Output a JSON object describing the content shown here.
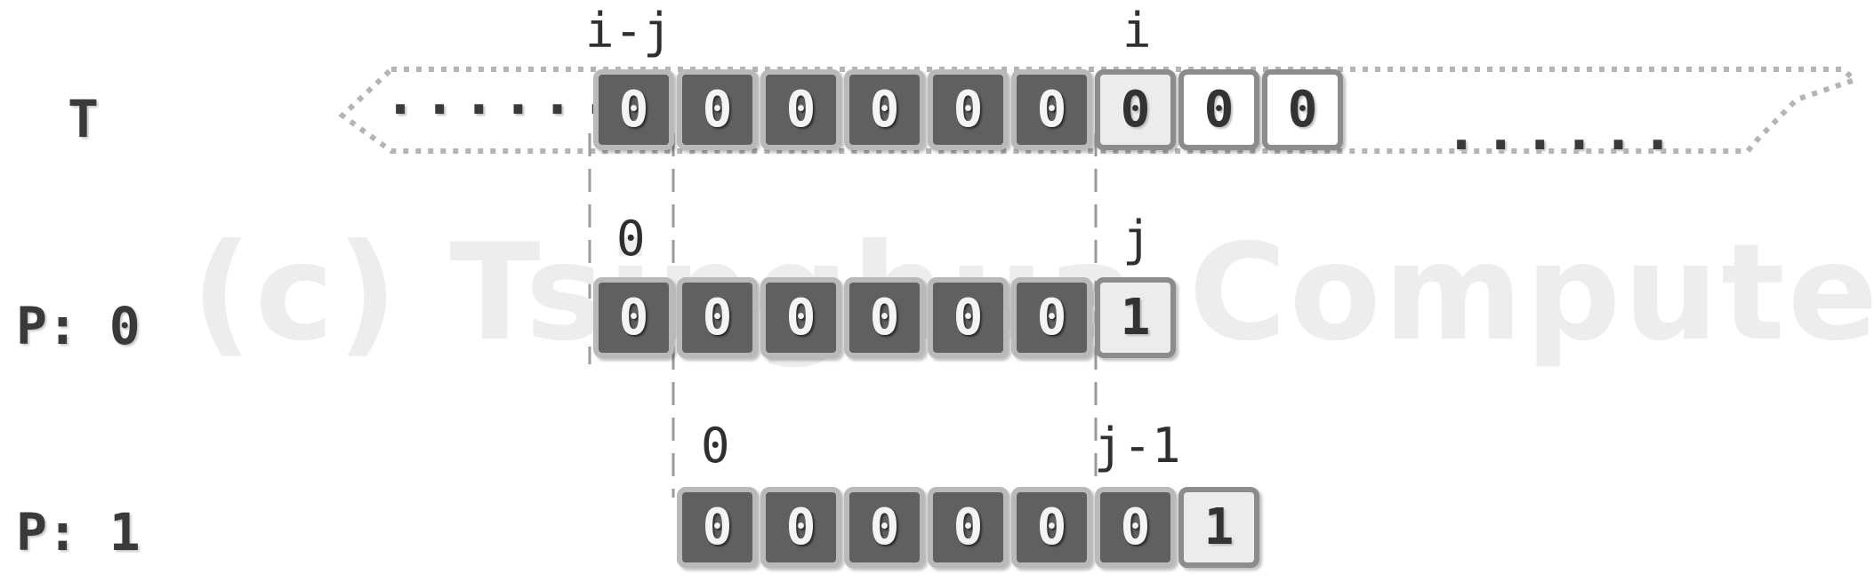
{
  "watermark": "(c) Tsinghua Computer",
  "rows": {
    "text_label": "T",
    "pattern0_label": "P: 0",
    "pattern1_label": "P: 1"
  },
  "indices": {
    "i_minus_j": "i-j",
    "i": "i",
    "p0_start": "0",
    "j": "j",
    "p1_start": "0",
    "j_minus_1": "j-1"
  },
  "ellipsis": {
    "left": "......",
    "right": "......"
  },
  "text_cells": [
    "0",
    "0",
    "0",
    "0",
    "0",
    "0",
    "0",
    "0",
    "0"
  ],
  "pattern0_cells": [
    "0",
    "0",
    "0",
    "0",
    "0",
    "0",
    "1"
  ],
  "pattern1_cells": [
    "0",
    "0",
    "0",
    "0",
    "0",
    "0",
    "1"
  ],
  "colors": {
    "matched_cell": "#606060",
    "compare_cell": "#ececec",
    "unseen_cell": "#ffffff",
    "guide_line": "#9a9a9a"
  }
}
